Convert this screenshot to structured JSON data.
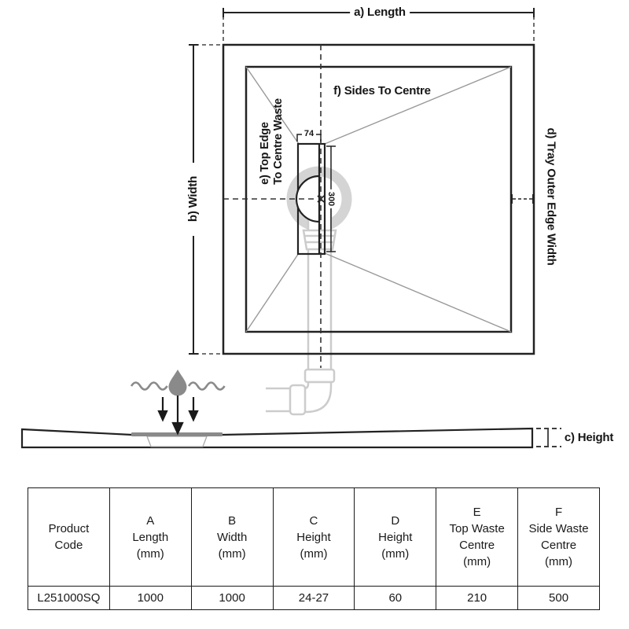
{
  "diagram": {
    "top_view": {
      "label_length": "a) Length",
      "label_width": "b) Width",
      "label_tray_outer_edge": "d) Tray Outer Edge Width",
      "label_top_edge_line1": "e) Top Edge",
      "label_top_edge_line2": "To Centre Waste",
      "label_sides_to_centre": "f) Sides To Centre",
      "dim_waste_width_mm": "74",
      "dim_waste_length_mm": "300"
    },
    "side_view": {
      "label_height": "c) Height"
    },
    "colors": {
      "line": "#222222",
      "slope_line": "#999999",
      "pipe": "#cccccc",
      "water": "#8a8a8a"
    }
  },
  "table": {
    "headers": [
      {
        "lines": [
          "Product",
          "Code"
        ]
      },
      {
        "lines": [
          "A",
          "Length",
          "(mm)"
        ]
      },
      {
        "lines": [
          "B",
          "Width",
          "(mm)"
        ]
      },
      {
        "lines": [
          "C",
          "Height",
          "(mm)"
        ]
      },
      {
        "lines": [
          "D",
          "Height",
          "(mm)"
        ]
      },
      {
        "lines": [
          "E",
          "Top Waste",
          "Centre",
          "(mm)"
        ]
      },
      {
        "lines": [
          "F",
          "Side Waste",
          "Centre",
          "(mm)"
        ]
      }
    ],
    "row": [
      "L251000SQ",
      "1000",
      "1000",
      "24-27",
      "60",
      "210",
      "500"
    ]
  }
}
